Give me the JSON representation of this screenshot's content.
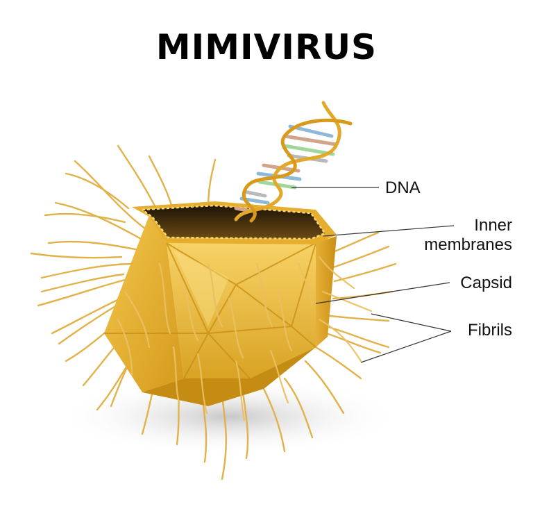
{
  "title": "MIMIVIRUS",
  "labels": {
    "dna": "DNA",
    "inner_membranes_line1": "Inner",
    "inner_membranes_line2": "membranes",
    "capsid": "Capsid",
    "fibrils": "Fibrils"
  },
  "colors": {
    "capsid_fill": "#E8B12C",
    "capsid_light": "#F5CE58",
    "capsid_dark": "#B5850F",
    "fibril": "#E2B24A",
    "interior": "#3a2a10",
    "dna_strand": "#E3A82A",
    "dna_bases": [
      "#8FB9D9",
      "#9FD79B",
      "#D3A48C",
      "#B9B9B9"
    ]
  }
}
